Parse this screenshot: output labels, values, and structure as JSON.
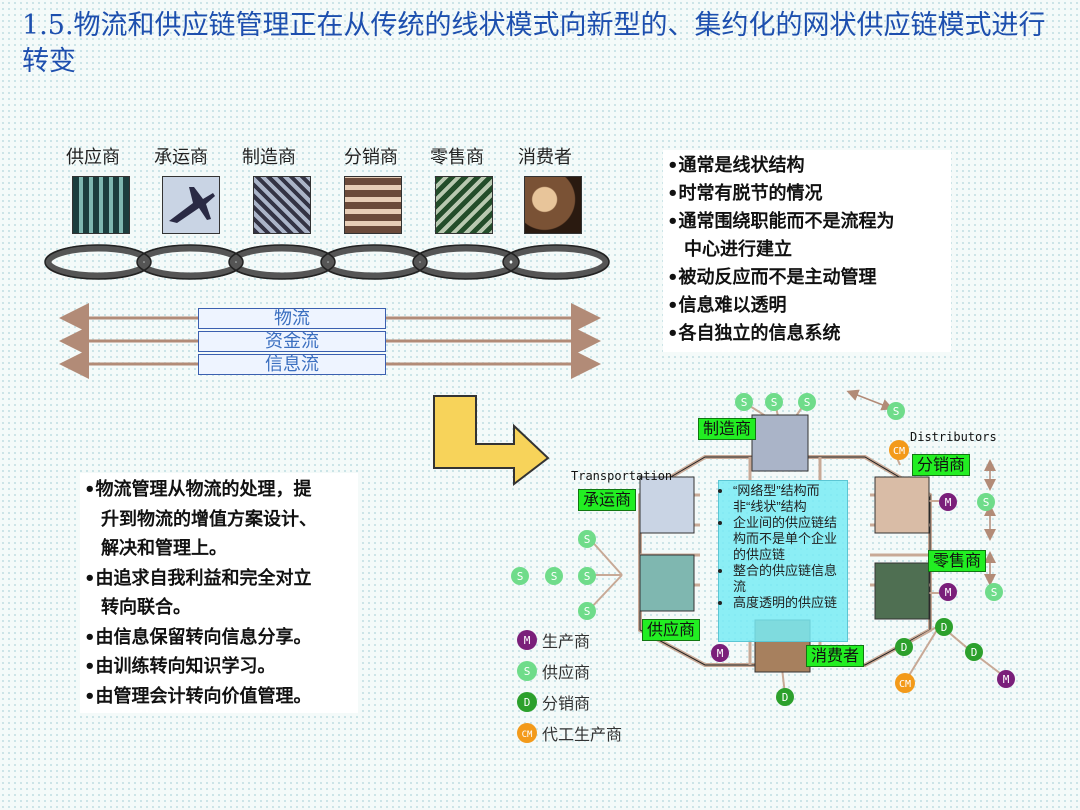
{
  "title": "1.5.物流和供应链管理正在从传统的线状模式向新型的、集约化的网状供应链模式进行转变",
  "chain": {
    "roles": [
      "供应商",
      "承运商",
      "制造商",
      "分销商",
      "零售商",
      "消费者"
    ],
    "flows": [
      "物流",
      "资金流",
      "信息流"
    ]
  },
  "old_model": {
    "bullets": [
      "通常是线状结构",
      "时常有脱节的情况",
      "通常围绕职能而不是流程为",
      "中心进行建立",
      "被动反应而不是主动管理",
      "信息难以透明",
      "各自独立的信息系统"
    ]
  },
  "left_points": {
    "lines": [
      "物流管理从物流的处理，提",
      "升到物流的增值方案设计、",
      "解决和管理上。",
      "由追求自我利益和完全对立",
      "转向联合。",
      "由信息保留转向信息分享。",
      "由训练转向知识学习。",
      "由管理会计转向价值管理。"
    ]
  },
  "network": {
    "node_labels": {
      "manufacturer": "制造商",
      "distributor": "分销商",
      "carrier": "承运商",
      "retailer": "零售商",
      "supplier": "供应商",
      "consumer": "消费者"
    },
    "eng_labels": {
      "transportation": "Transportation",
      "distributors": "Distributors"
    },
    "center_points": [
      "“网络型”结构而非“线状”结构",
      "企业间的供应链结构而不是单个企业的供应链",
      "整合的供应链信息流",
      "高度透明的供应链"
    ],
    "badge_letters": {
      "s": "S",
      "m": "M",
      "d": "D",
      "cm": "CM"
    }
  },
  "legend": [
    {
      "badge": "M",
      "text": "生产商",
      "color": "#7a1f7a"
    },
    {
      "badge": "S",
      "text": "供应商",
      "color": "#6fdc8a"
    },
    {
      "badge": "D",
      "text": "分销商",
      "color": "#2ca02c"
    },
    {
      "badge": "CM",
      "text": "代工生产商",
      "color": "#f39a1a"
    }
  ],
  "colors": {
    "title": "#1d4fae",
    "green_label": "#22ee22",
    "arrow": "#f7d35a",
    "m": "#7a1f7a",
    "s": "#6fdc8a",
    "d": "#2ca02c",
    "cm": "#f39a1a"
  }
}
